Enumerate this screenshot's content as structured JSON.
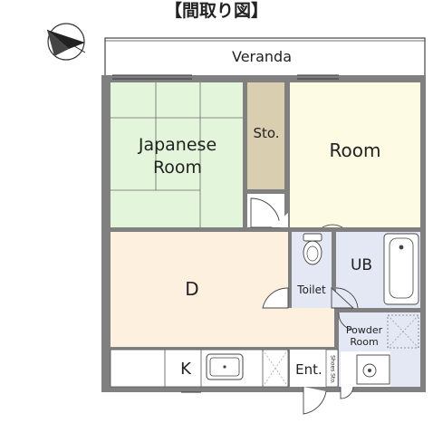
{
  "title": "【間取り図】",
  "colors": {
    "wall": "#808080",
    "japanese_room": "#e3f5da",
    "storage": "#d9ceaf",
    "room": "#fdfbe4",
    "dining": "#fdf0df",
    "bath": "#e4e8f4",
    "outline": "#333333"
  },
  "icons": {
    "compass": "north-arrow-icon",
    "toilet": "toilet-icon",
    "bathtub": "bathtub-icon",
    "sink": "kitchen-sink-icon",
    "washbasin": "washbasin-icon"
  },
  "rooms": {
    "veranda": "Veranda",
    "japanese_room_line1": "Japanese",
    "japanese_room_line2": "Room",
    "storage": "Sto.",
    "room": "Room",
    "dining": "D",
    "toilet": "Toilet",
    "unit_bath": "UB",
    "powder_room_line1": "Powder",
    "powder_room_line2": "Room",
    "kitchen": "K",
    "entrance": "Ent.",
    "shoes_storage": "Shoes Sto."
  }
}
